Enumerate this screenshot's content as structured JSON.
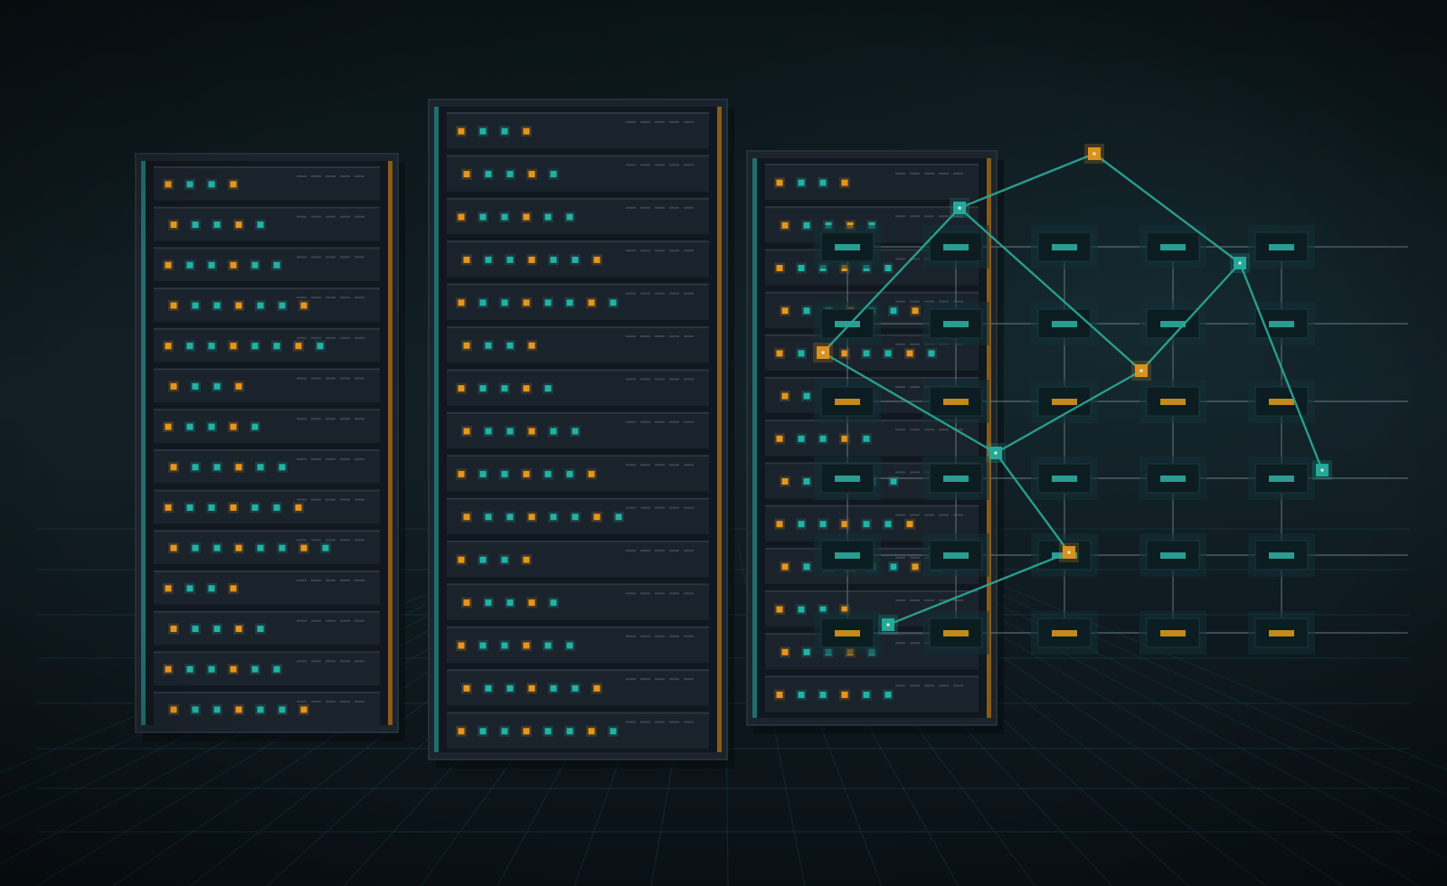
{
  "colors": {
    "background_top": "#0a1418",
    "background_mid": "#122026",
    "background_bottom": "#0a1116",
    "grid_line": "#163b40",
    "rack_frame": "#1b232c",
    "rack_frame_border": "#243039",
    "rack_inner": "#11171e",
    "server_unit": "#1a222b",
    "server_unit_edge": "#2b3540",
    "rail_teal": "#1e6f6c",
    "rail_amber": "#8a5b16",
    "led_teal": "#22b2a4",
    "led_amber": "#e6961c",
    "vent_mark": "#38434e",
    "node_bg": "#0c1d22",
    "node_fill": "#1f4e52",
    "node_bar_teal": "#2a9d92",
    "node_bar_amber": "#c08a1c",
    "matrix_line": "#5d7478",
    "network_line": "#2aa796",
    "network_node_teal": "#23a99b",
    "network_node_amber": "#d9921d"
  },
  "icons": {
    "racks": "server-rack-icon",
    "led": "status-led-icon",
    "matrix_node": "network-node-icon",
    "graph_node": "graph-node-icon"
  },
  "racks": [
    {
      "name": "rack-left",
      "units": [
        [
          "a",
          "t",
          "t",
          "a"
        ],
        [
          "a",
          "t",
          "t",
          "a",
          "t"
        ],
        [
          "a",
          "t",
          "t",
          "a",
          "t",
          "t"
        ],
        [
          "a",
          "t",
          "t",
          "a",
          "t",
          "t",
          "a"
        ],
        [
          "a",
          "t",
          "t",
          "a",
          "t",
          "t",
          "a",
          "t"
        ],
        [
          "a",
          "t",
          "t",
          "a"
        ],
        [
          "a",
          "t",
          "t",
          "a",
          "t"
        ],
        [
          "a",
          "t",
          "t",
          "a",
          "t",
          "t"
        ],
        [
          "a",
          "t",
          "t",
          "a",
          "t",
          "t",
          "a"
        ],
        [
          "a",
          "t",
          "t",
          "a",
          "t",
          "t",
          "a",
          "t"
        ],
        [
          "a",
          "t",
          "t",
          "a"
        ],
        [
          "a",
          "t",
          "t",
          "a",
          "t"
        ],
        [
          "a",
          "t",
          "t",
          "a",
          "t",
          "t"
        ],
        [
          "a",
          "t",
          "t",
          "a",
          "t",
          "t",
          "a"
        ]
      ]
    },
    {
      "name": "rack-middle",
      "units": [
        [
          "a",
          "t",
          "t",
          "a"
        ],
        [
          "a",
          "t",
          "t",
          "a",
          "t"
        ],
        [
          "a",
          "t",
          "t",
          "a",
          "t",
          "t"
        ],
        [
          "a",
          "t",
          "t",
          "a",
          "t",
          "t",
          "a"
        ],
        [
          "a",
          "t",
          "t",
          "a",
          "t",
          "t",
          "a",
          "t"
        ],
        [
          "a",
          "t",
          "t",
          "a"
        ],
        [
          "a",
          "t",
          "t",
          "a",
          "t"
        ],
        [
          "a",
          "t",
          "t",
          "a",
          "t",
          "t"
        ],
        [
          "a",
          "t",
          "t",
          "a",
          "t",
          "t",
          "a"
        ],
        [
          "a",
          "t",
          "t",
          "a",
          "t",
          "t",
          "a",
          "t"
        ],
        [
          "a",
          "t",
          "t",
          "a"
        ],
        [
          "a",
          "t",
          "t",
          "a",
          "t"
        ],
        [
          "a",
          "t",
          "t",
          "a",
          "t",
          "t"
        ],
        [
          "a",
          "t",
          "t",
          "a",
          "t",
          "t",
          "a"
        ],
        [
          "a",
          "t",
          "t",
          "a",
          "t",
          "t",
          "a",
          "t"
        ]
      ]
    },
    {
      "name": "rack-right",
      "units": [
        [
          "a",
          "t",
          "t",
          "a"
        ],
        [
          "a",
          "t",
          "t",
          "a",
          "t"
        ],
        [
          "a",
          "t",
          "t",
          "a",
          "t",
          "t"
        ],
        [
          "a",
          "t",
          "t",
          "a",
          "t",
          "t",
          "a"
        ],
        [
          "a",
          "t",
          "t",
          "a",
          "t",
          "t",
          "a",
          "t"
        ],
        [
          "a",
          "t",
          "t",
          "a"
        ],
        [
          "a",
          "t",
          "t",
          "a",
          "t"
        ],
        [
          "a",
          "t",
          "t",
          "a",
          "t",
          "t"
        ],
        [
          "a",
          "t",
          "t",
          "a",
          "t",
          "t",
          "a"
        ],
        [
          "a",
          "t",
          "t",
          "a",
          "t",
          "t",
          "a",
          "t"
        ],
        [
          "a",
          "t",
          "t",
          "a"
        ],
        [
          "a",
          "t",
          "t",
          "a",
          "t"
        ],
        [
          "a",
          "t",
          "t",
          "a",
          "t",
          "t"
        ]
      ]
    }
  ],
  "node_matrix": {
    "rows": [
      [
        "t",
        "t",
        "t",
        "t",
        "t"
      ],
      [
        "t",
        "t",
        "t",
        "t",
        "t"
      ],
      [
        "a",
        "a",
        "a",
        "a",
        "a"
      ],
      [
        "t",
        "t",
        "t",
        "t",
        "t"
      ],
      [
        "t",
        "t",
        "t",
        "t",
        "t"
      ],
      [
        "a",
        "a",
        "a",
        "a",
        "a"
      ]
    ]
  },
  "network_graph": {
    "nodes": [
      {
        "id": "n1",
        "status": "a"
      },
      {
        "id": "n2",
        "status": "t"
      },
      {
        "id": "n3",
        "status": "t"
      },
      {
        "id": "n4",
        "status": "a"
      },
      {
        "id": "n5",
        "status": "a"
      },
      {
        "id": "n6",
        "status": "t"
      },
      {
        "id": "n7",
        "status": "t"
      },
      {
        "id": "n8",
        "status": "a"
      },
      {
        "id": "n9",
        "status": "t"
      }
    ],
    "edges": [
      [
        "n2",
        "n1"
      ],
      [
        "n1",
        "n3"
      ],
      [
        "n2",
        "n4"
      ],
      [
        "n2",
        "n5"
      ],
      [
        "n4",
        "n6"
      ],
      [
        "n5",
        "n6"
      ],
      [
        "n5",
        "n3"
      ],
      [
        "n3",
        "n7"
      ],
      [
        "n6",
        "n8"
      ],
      [
        "n8",
        "n9"
      ]
    ]
  }
}
